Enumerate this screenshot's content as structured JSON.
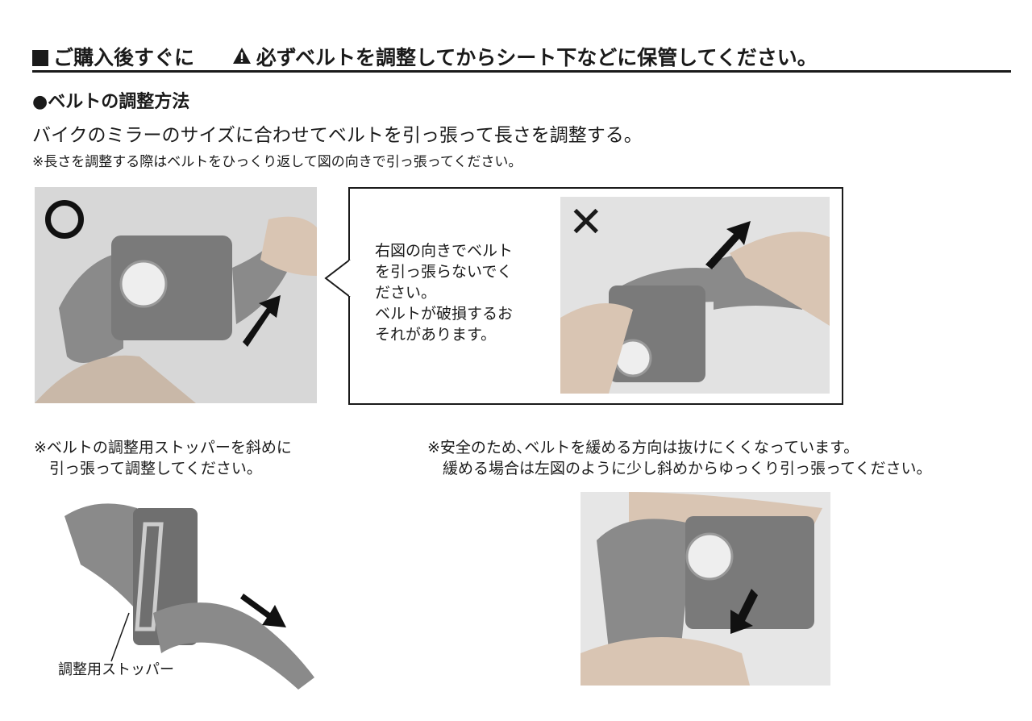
{
  "header": {
    "title": "ご購入後すぐに",
    "warning_icon": "warning-triangle-icon",
    "warning": "必ずベルトを調整してからシート下などに保管してください。"
  },
  "section": {
    "title": "●ベルトの調整方法",
    "lead": "バイクのミラーのサイズに合わせてベルトを引っ張って長さを調整する。",
    "note": "※長さを調整する際はベルトをひっくり返して図の向きで引っ張ってください。"
  },
  "figures": {
    "correct_mark": "○",
    "wrong_mark": "✕",
    "bubble_lines": [
      "右図の向きでベルト",
      "を引っ張らないでく",
      "ださい。",
      "ベルトが破損するお",
      "それがあります。"
    ],
    "left_caption": [
      "※ベルトの調整用ストッパーを斜めに",
      "　引っ張って調整してください。"
    ],
    "right_caption": [
      "※安全のため､ベルトを緩める方向は抜けにくくなっています。",
      "　緩める場合は左図のように少し斜めからゆっくり引っ張ってください。"
    ],
    "stopper_label": "調整用ストッパー"
  }
}
